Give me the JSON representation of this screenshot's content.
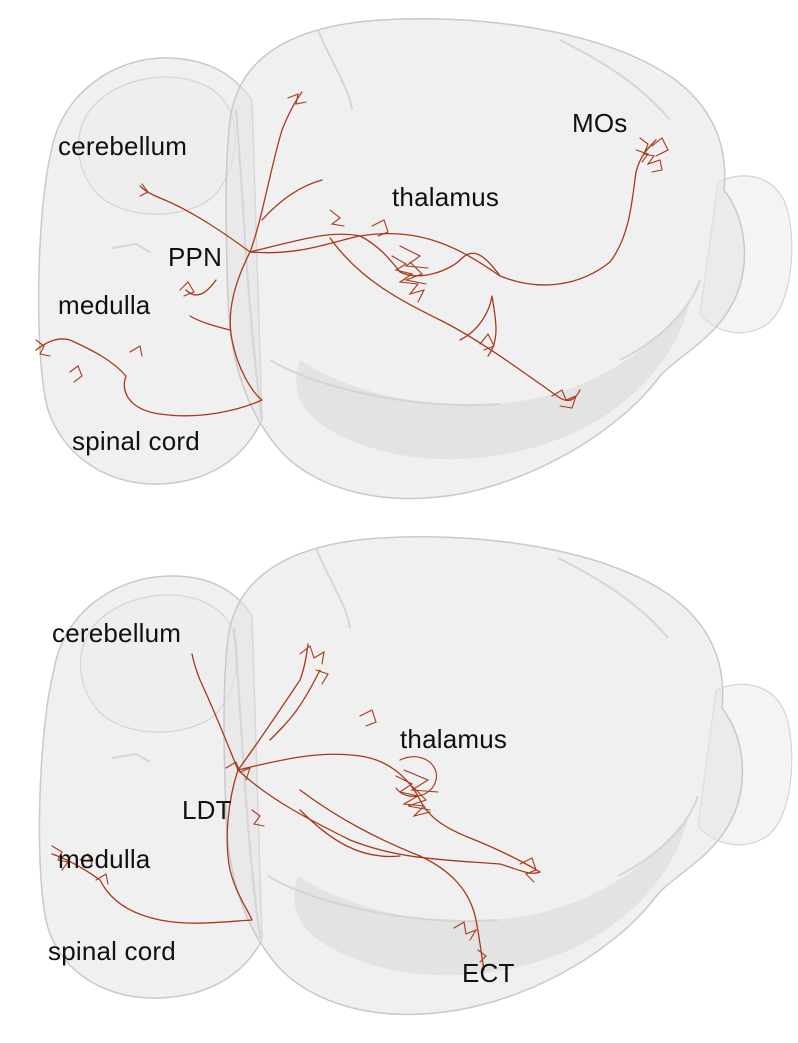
{
  "top_panel": {
    "labels": {
      "mos": "MOs",
      "cerebellum": "cerebellum",
      "thalamus": "thalamus",
      "ppn": "PPN",
      "medulla": "medulla",
      "spinal_cord": "spinal cord"
    }
  },
  "bottom_panel": {
    "labels": {
      "cerebellum": "cerebellum",
      "thalamus": "thalamus",
      "ldt": "LDT",
      "medulla": "medulla",
      "spinal_cord": "spinal cord",
      "ect": "ECT"
    }
  },
  "colors": {
    "neuron": "#a7391b",
    "brain_fill": "#e3e3e3",
    "label_text": "#111111"
  }
}
